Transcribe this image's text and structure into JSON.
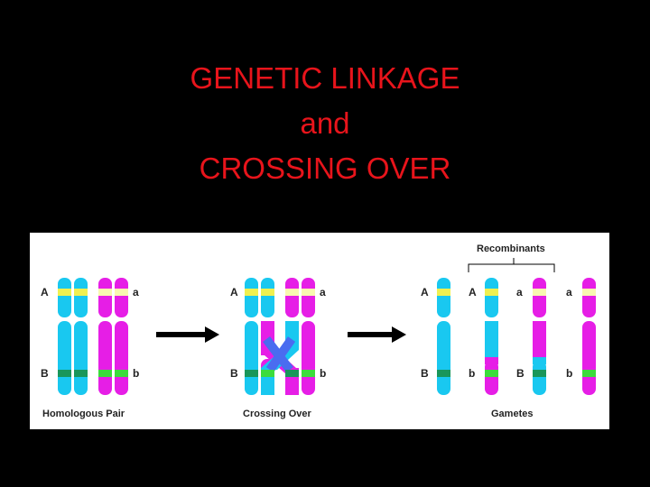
{
  "title": {
    "line1": "GENETIC LINKAGE",
    "line2": "and",
    "line3": "CROSSING OVER"
  },
  "diagram": {
    "stages": [
      {
        "caption": "Homologous Pair",
        "upper_labels": [
          "A",
          "a"
        ],
        "lower_labels": [
          "B",
          "b"
        ]
      },
      {
        "caption": "Crossing Over",
        "upper_labels": [
          "A",
          "a"
        ],
        "lower_labels": [
          "B",
          "b"
        ]
      },
      {
        "caption": "Gametes",
        "upper_labels": [
          "A",
          "A",
          "a",
          "a"
        ],
        "lower_labels": [
          "B",
          "b",
          "B",
          "b"
        ]
      }
    ],
    "recombinants_label": "Recombinants",
    "colors": {
      "maternal": "#19c8f0",
      "paternal": "#e61ee6",
      "locus_A": "#f0f050",
      "locus_B": "#19965a",
      "locus_b": "#3cdc3c",
      "arrow": "#000000"
    }
  }
}
